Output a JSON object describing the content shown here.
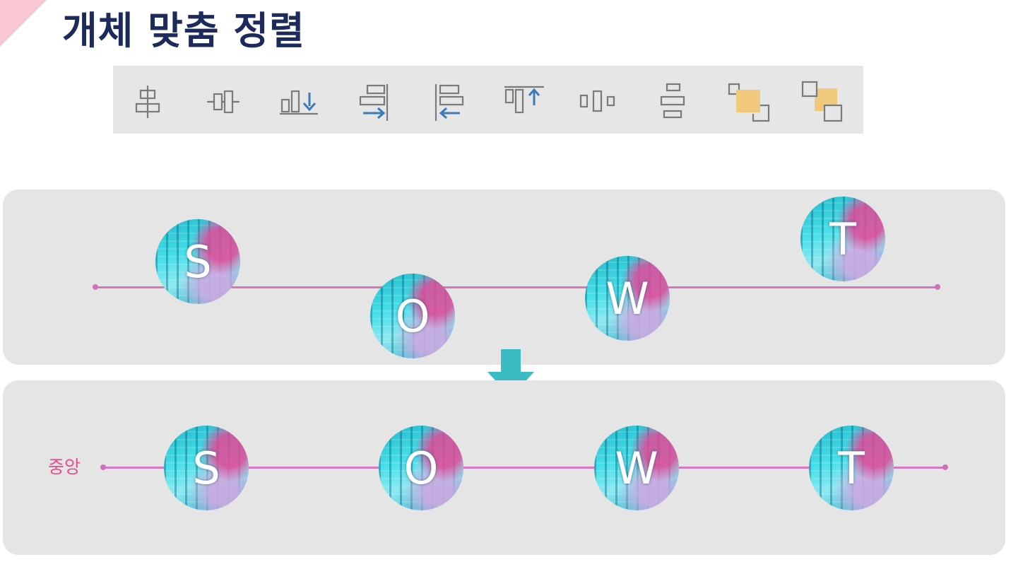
{
  "title": "개체 맞춤 정렬",
  "toolbar": {
    "buttons": [
      {
        "name": "align-center-icon"
      },
      {
        "name": "align-middle-icon"
      },
      {
        "name": "align-bottom-icon"
      },
      {
        "name": "align-right-icon"
      },
      {
        "name": "align-left-icon"
      },
      {
        "name": "align-top-icon"
      },
      {
        "name": "distribute-horizontally-icon"
      },
      {
        "name": "distribute-vertically-icon"
      },
      {
        "name": "bring-forward-icon"
      },
      {
        "name": "send-backward-icon"
      }
    ],
    "icon_color": "#7a7a7a",
    "arrow_color": "#3c79b8",
    "highlight_color": "#f0c97d"
  },
  "before_panel": {
    "circles": [
      {
        "letter": "S"
      },
      {
        "letter": "O"
      },
      {
        "letter": "W"
      },
      {
        "letter": "T"
      }
    ]
  },
  "after_panel": {
    "guide_label": "중앙",
    "circles": [
      {
        "letter": "S"
      },
      {
        "letter": "O"
      },
      {
        "letter": "W"
      },
      {
        "letter": "T"
      }
    ]
  },
  "colors": {
    "title": "#1c2a5c",
    "guide_line": "#d678bd",
    "arrow": "#3bbcc4",
    "label": "#e54f8a",
    "panel": "#e5e5e5"
  }
}
